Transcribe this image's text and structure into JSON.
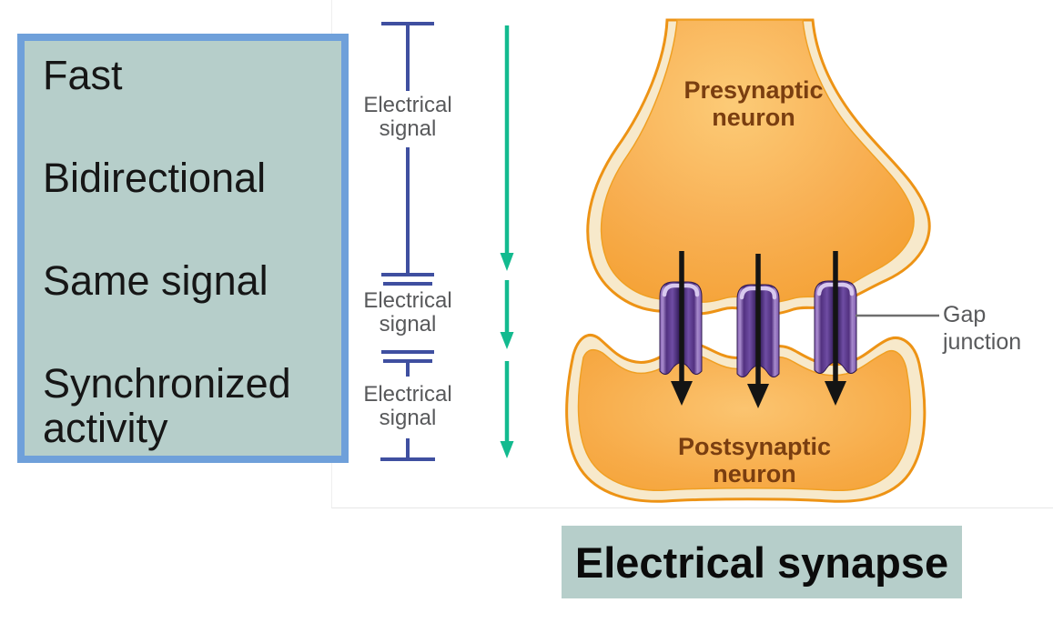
{
  "left_panel": {
    "items": [
      "Fast",
      "Bidirectional",
      "Same signal",
      "Synchronized activity"
    ]
  },
  "signal_flow": {
    "labels": [
      "Electrical signal",
      "Electrical signal",
      "Electrical signal"
    ],
    "symbol_icons": [
      "membrane-bar-icon",
      "gap-junction-plates-icon",
      "gap-junction-plates-icon",
      "membrane-bar-icon"
    ],
    "arrow_icon": "down-arrow-icon"
  },
  "synapse_diagram": {
    "presynaptic_label": "Presynaptic neuron",
    "postsynaptic_label": "Postsynaptic neuron",
    "gap_junction_label": "Gap junction"
  },
  "caption": {
    "title": "Electrical synapse"
  },
  "colors": {
    "panel_teal": "#B6CECA",
    "panel_border_blue": "#6FA0DA",
    "body_text": "#161616",
    "label_gray": "#58595B",
    "membrane_symbol_indigo": "#3F4FA0",
    "flow_arrow_green": "#13BA8F",
    "neuron_orange": "#F6A73C",
    "neuron_highlight_orange": "#FCCB77",
    "neuron_outline_cream": "#F7E9CB",
    "neuron_stroke_orange": "#ED9315",
    "channel_purple_dark": "#3A2163",
    "channel_purple_light": "#A88BCD",
    "neuron_label_brown": "#7A3E10",
    "signal_arrow_black": "#141414"
  }
}
